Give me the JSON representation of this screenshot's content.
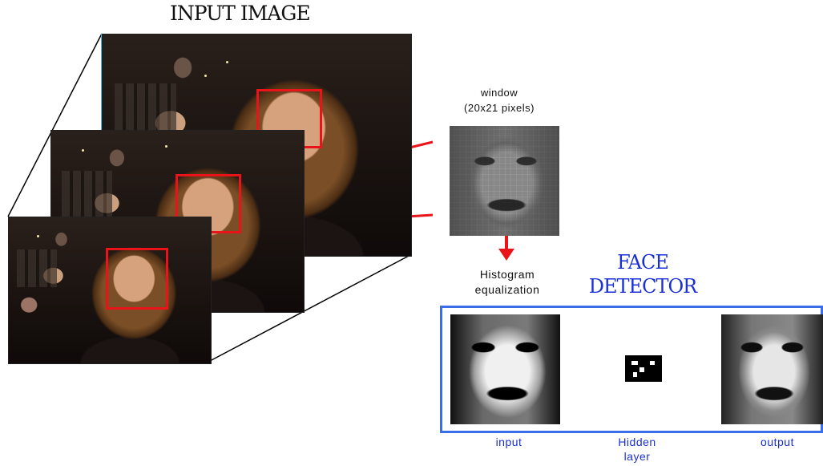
{
  "diagram": {
    "title": "INPUT IMAGE",
    "window_label_line1": "window",
    "window_label_line2": "(20x21 pixels)",
    "histogram_line1": "Histogram",
    "histogram_line2": "equalization",
    "detector_line1": "FACE",
    "detector_line2": "DETECTOR",
    "label_input": "input",
    "label_hidden_line1": "Hidden",
    "label_hidden_line2": "layer",
    "label_output": "output"
  },
  "colors": {
    "highlight_red": "#e8141a",
    "detector_blue": "#1a2fd6",
    "detector_border": "#3a6ee8",
    "pyramid_edge": "#5ab4e0"
  }
}
